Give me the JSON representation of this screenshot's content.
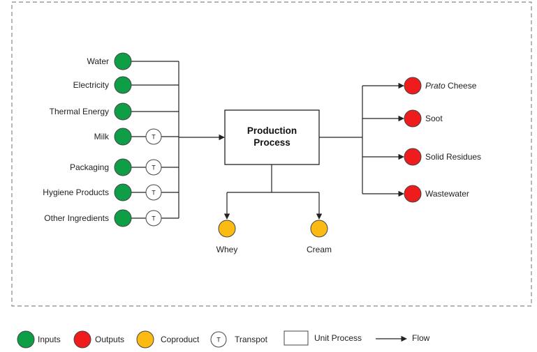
{
  "colors": {
    "input": "#0e9f46",
    "output": "#ee1c1c",
    "coproduct": "#fbbb12",
    "line": "#222222",
    "border": "#888888"
  },
  "process": {
    "line1": "Production",
    "line2": "Process"
  },
  "inputs": [
    {
      "label": "Water",
      "transport": false
    },
    {
      "label": "Electricity",
      "transport": false
    },
    {
      "label": "Thermal Energy",
      "transport": false
    },
    {
      "label": "Milk",
      "transport": true
    },
    {
      "label": "Packaging",
      "transport": true
    },
    {
      "label": "Hygiene Products",
      "transport": true
    },
    {
      "label": "Other Ingredients",
      "transport": true
    }
  ],
  "transport_symbol": "T",
  "outputs": [
    {
      "label_italic": "Prato",
      "label": " Cheese"
    },
    {
      "label_italic": "",
      "label": "Soot"
    },
    {
      "label_italic": "",
      "label": "Solid Residues"
    },
    {
      "label_italic": "",
      "label": "Wastewater"
    }
  ],
  "coproducts": [
    {
      "label": "Whey"
    },
    {
      "label": "Cream"
    }
  ],
  "legend": {
    "inputs": "Inputs",
    "outputs": "Outputs",
    "coproduct": "Coproduct",
    "transport": "Transpot",
    "unit_process": "Unit Process",
    "flow": "Flow"
  }
}
